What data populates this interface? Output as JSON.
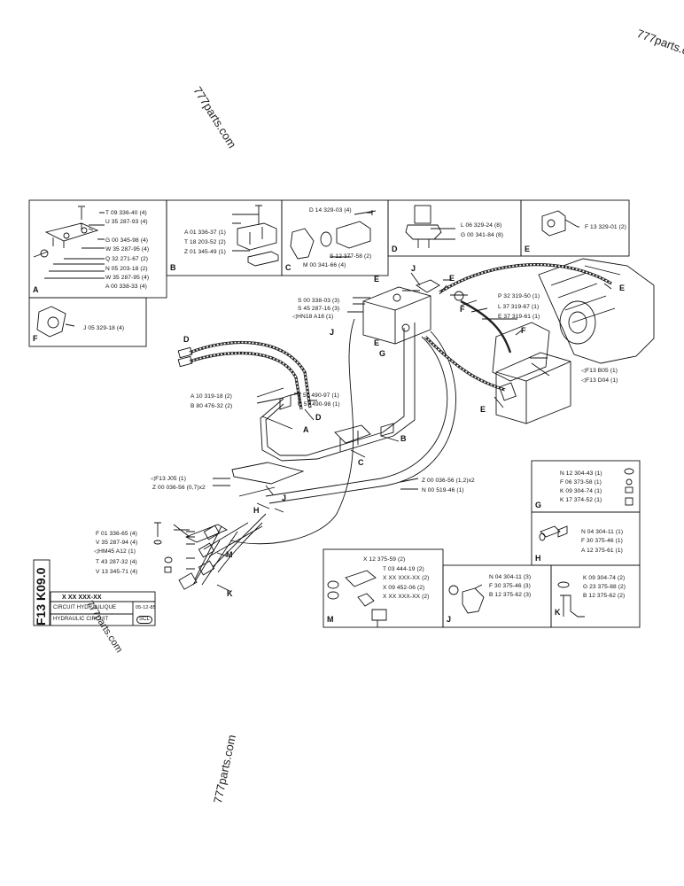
{
  "watermarks": [
    "777parts.com",
    "777parts.com",
    "777parts.com",
    "777parts.com"
  ],
  "doc_code": "F13 K09.0",
  "title_block": {
    "part_placeholder": "X XX XXX-XX",
    "date": "05-12-85",
    "title_fr": "CIRCUIT HYDRAULIQUE",
    "title_en": "HYDRAULIC CIRCUIT",
    "logo": "SCL"
  },
  "box_letters": [
    "A",
    "B",
    "C",
    "D",
    "E",
    "F",
    "G",
    "H",
    "J",
    "K",
    "M"
  ],
  "inset_A": [
    "T 09 336-40 (4)",
    "U 35 287-93 (4)",
    "G 00 345-98 (4)",
    "W 35 287-95 (4)",
    "Q 32 271-67 (2)",
    "N 05 203-18 (2)",
    "W 35 287-95 (4)",
    "A 00 338-33 (4)"
  ],
  "inset_B": [
    "A 01 336-37 (1)",
    "T 18 203-52 (2)",
    "Z 01 345-49 (1)"
  ],
  "inset_C": [
    "D 14 329-03 (4)",
    "S 12 377-58 (2)",
    "M 00 341-66 (4)"
  ],
  "inset_D": [
    "L 06 329-24 (8)",
    "G 00 341-84 (8)"
  ],
  "inset_E": [
    "F 13 329-01 (2)"
  ],
  "inset_F": [
    "J 05 329-18 (4)"
  ],
  "inset_G": [
    "N 12 304-43 (1)",
    "F 06 373-58 (1)",
    "K 09 304-74 (1)",
    "K 17 374-52 (1)"
  ],
  "inset_H": [
    "N 04 304-11 (1)",
    "F 30 375-46 (1)",
    "A 12 375-61 (1)"
  ],
  "inset_M": [
    "X 12 375-59 (2)",
    "T 03 444-19 (2)",
    "X XX XXX-XX (2)",
    "X 09 452-06 (2)",
    "X XX XXX-XX (2)"
  ],
  "inset_J": [
    "N 04 304-11 (3)",
    "F 30 375-46 (3)",
    "B 12 375-62 (3)"
  ],
  "inset_K": [
    "K 09 304-74 (2)",
    "G 23 375-88 (2)",
    "B 12 375-62 (2)"
  ],
  "main_labels": {
    "s1": "S 00 338-03 (3)",
    "s2": "S 45 287-16 (3)",
    "hn": "◁HN18 A18 (1)",
    "p": "P 32 319-50 (1)",
    "l": "L 37 319-67 (1)",
    "e": "E 37 319-61 (1)",
    "f805": "◁F13 B05 (1)",
    "f804": "◁F13 D04 (1)",
    "a10": "A 10 319-18 (2)",
    "b80": "B 80 476-32 (2)",
    "t57": "T 57 490-97 (1)",
    "u57": "U 57 490-98 (1)",
    "f13j": "◁F13 J05 (1)",
    "z00a": "Z 00 036-56 (0,7)x2",
    "z00b": "Z 00 036-56 (1,2)x2",
    "n00": "N 00 519-46 (1)",
    "f01": "F 01 336-65 (4)",
    "v35": "V 35 287-94 (4)",
    "hm": "◁HM45 A12 (1)",
    "t43": "T 43 287-32 (4)",
    "v13": "V 13 345-71 (4)"
  }
}
